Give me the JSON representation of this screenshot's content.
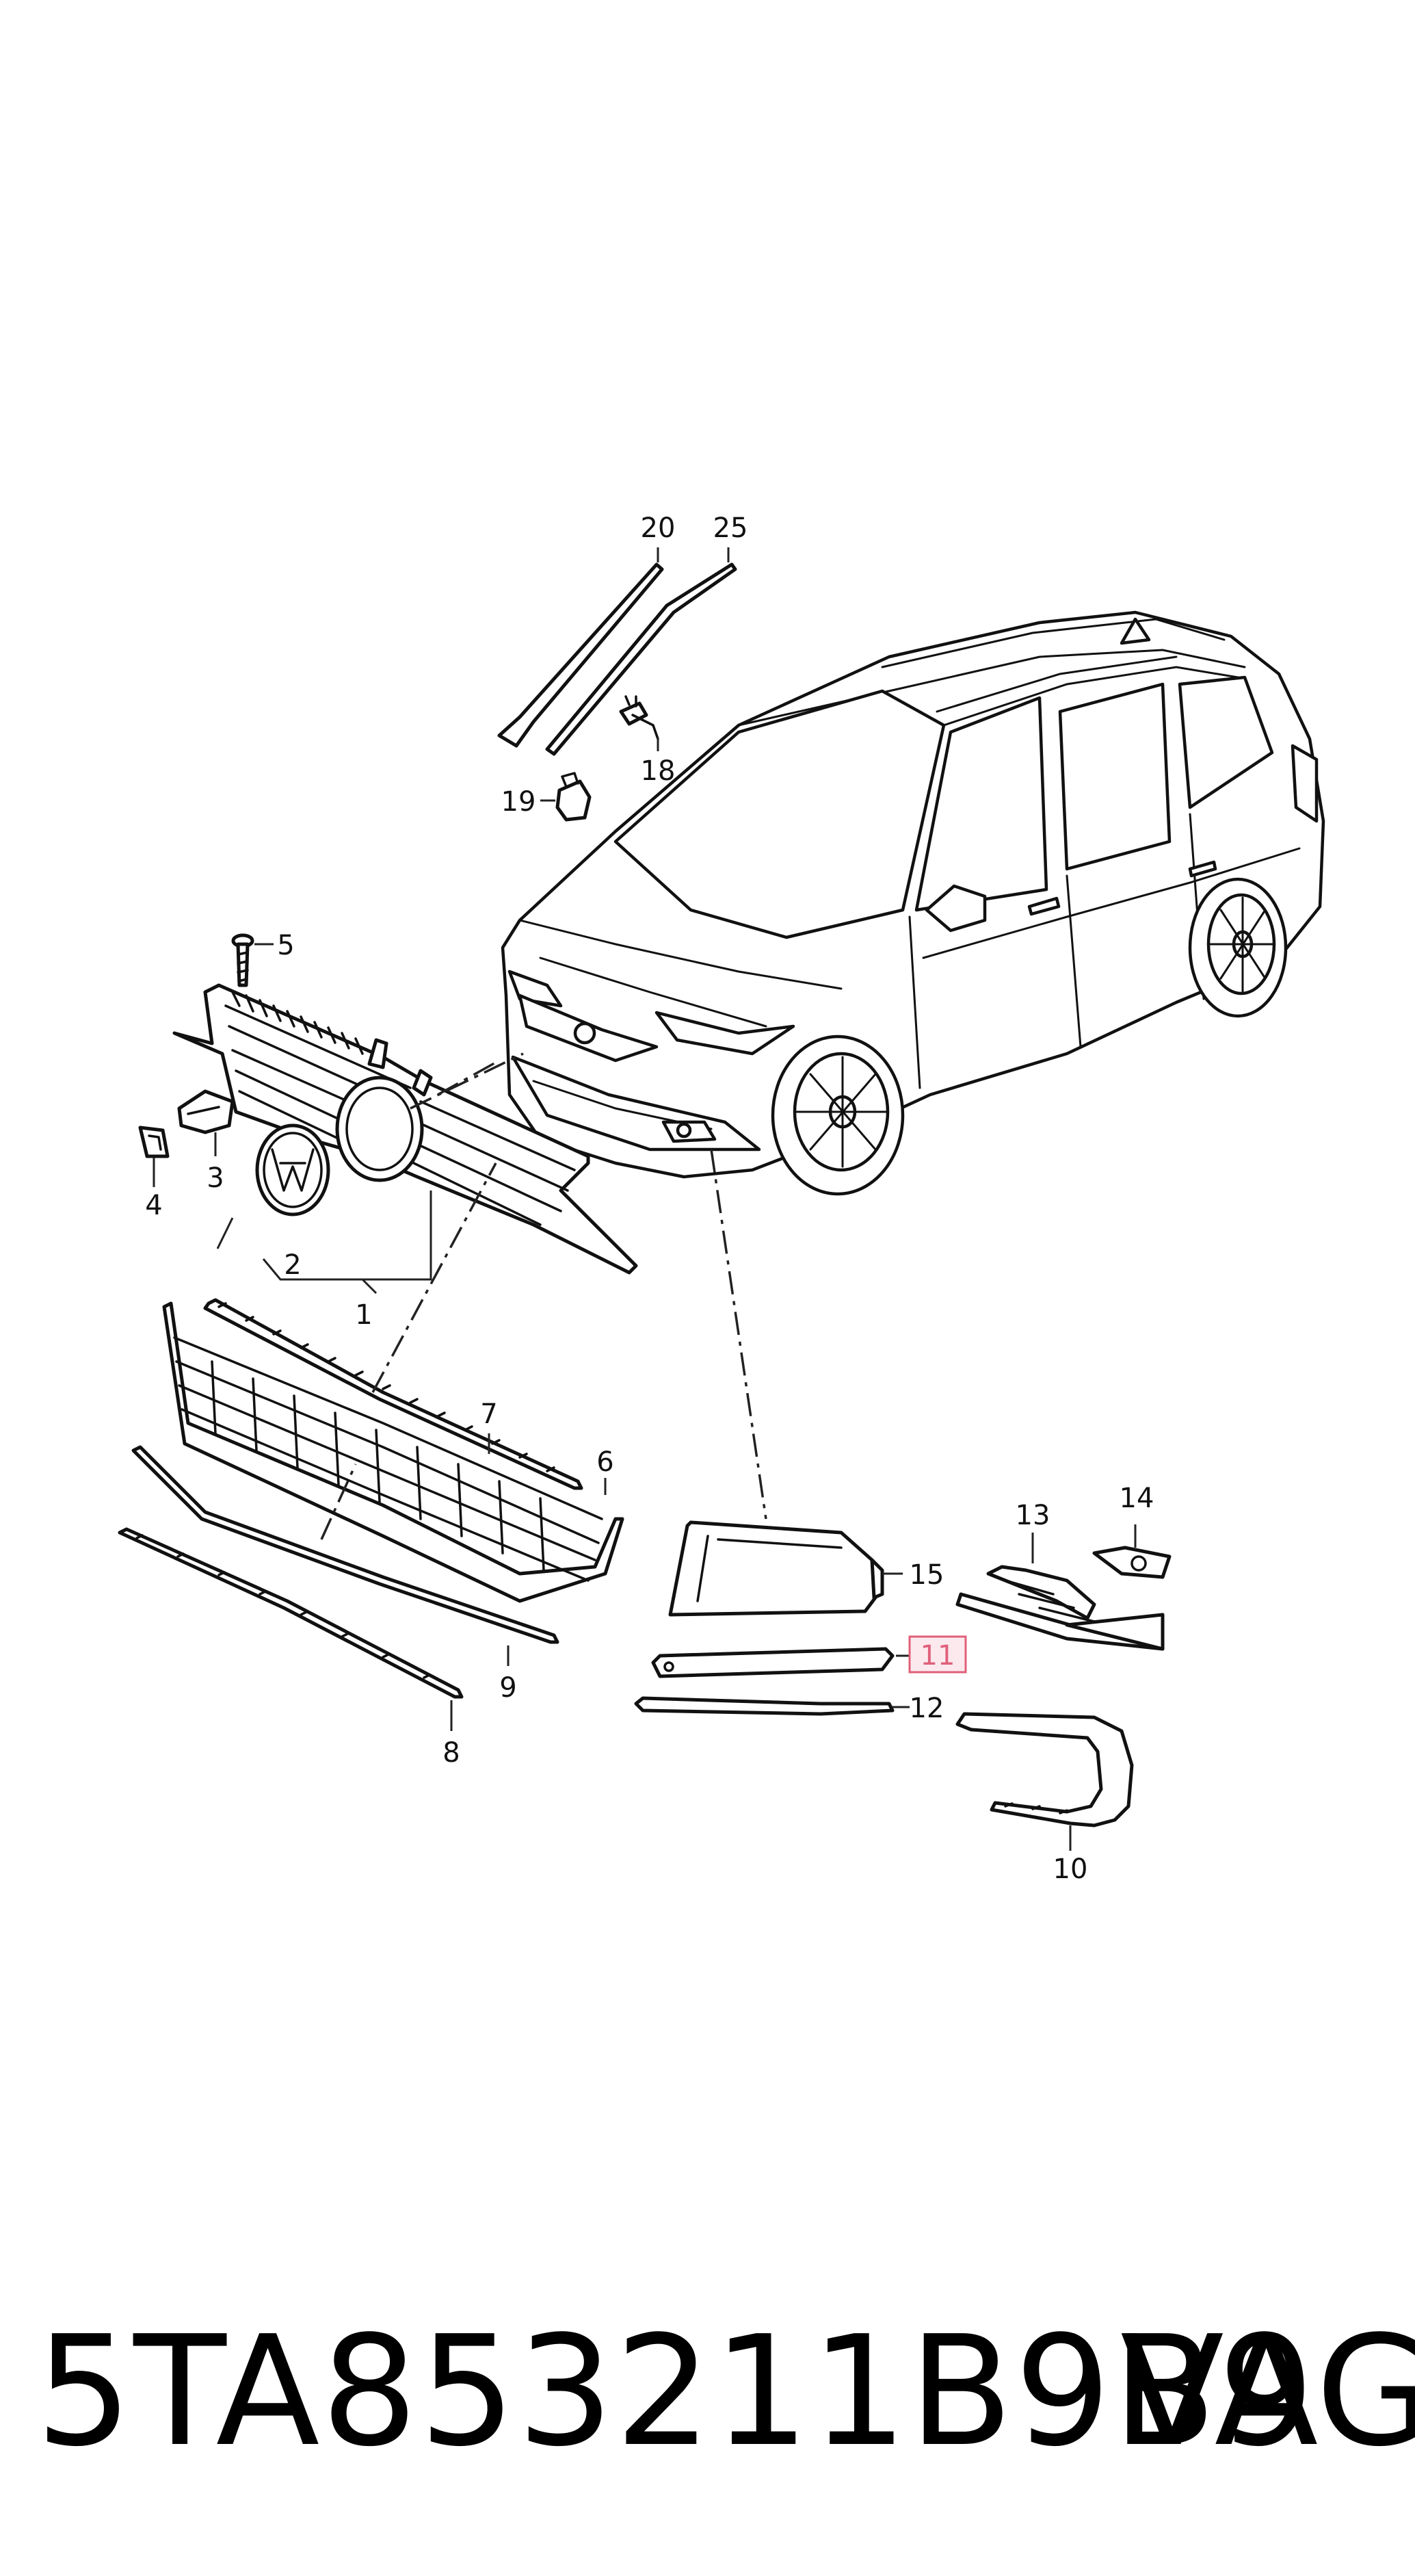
{
  "callouts": {
    "c1": "1",
    "c2": "2",
    "c3": "3",
    "c4": "4",
    "c5": "5",
    "c6": "6",
    "c7": "7",
    "c8": "8",
    "c9": "9",
    "c10": "10",
    "c11": "11",
    "c12": "12",
    "c13": "13",
    "c14": "14",
    "c15": "15",
    "c18": "18",
    "c19": "19",
    "c20": "20",
    "c25": "25"
  },
  "highlight": {
    "callout": "11",
    "color": "#e0607a"
  },
  "footer": {
    "part_number": "5TA853211B9B9",
    "brand": "VAG"
  }
}
